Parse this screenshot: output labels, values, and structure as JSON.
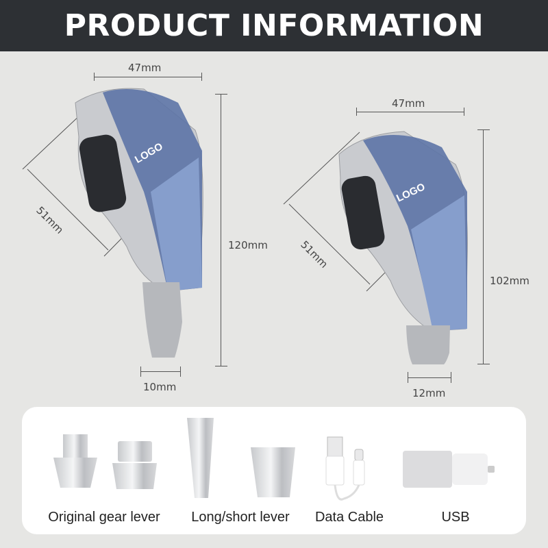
{
  "header": {
    "title": "PRODUCT INFORMATION"
  },
  "products": [
    {
      "name": "long-gear-knob",
      "logo": "LOGO",
      "width": "47mm",
      "diagonal": "51mm",
      "height": "120mm",
      "base": "10mm"
    },
    {
      "name": "short-gear-knob",
      "logo": "LOGO",
      "width": "47mm",
      "diagonal": "51mm",
      "height": "102mm",
      "base": "12mm"
    }
  ],
  "accessories": [
    {
      "label": "Original gear lever"
    },
    {
      "label": "Long/short lever"
    },
    {
      "label": "Data Cable"
    },
    {
      "label": "USB"
    }
  ],
  "colors": {
    "header_bg": "#2d3034",
    "page_bg": "#e6e6e4",
    "crystal": "#5a6f9a",
    "silver": "#c4c6c9"
  }
}
